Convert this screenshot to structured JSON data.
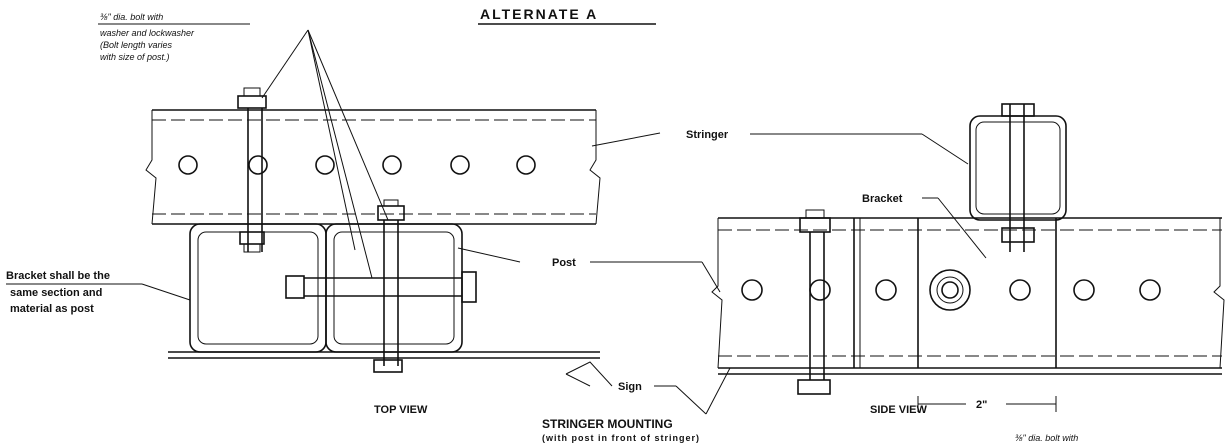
{
  "title": "ALTERNATE  A",
  "bolt_note": {
    "line1": "⅜\" dia. bolt with",
    "line2": "washer and lockwasher",
    "line3": "(Bolt length varies",
    "line4": "with size of post.)"
  },
  "bracket_note": {
    "line1": "Bracket shall be the",
    "line2": "same section and",
    "line3": "material as post"
  },
  "labels": {
    "stringer": "Stringer",
    "post": "Post",
    "sign": "Sign",
    "bracket": "Bracket",
    "dimension": "2\"",
    "top_view": "TOP VIEW",
    "side_view": "SIDE VIEW",
    "main_caption": "STRINGER MOUNTING",
    "sub_caption": "(with post in front of stringer)",
    "bottom_note": "⅜\" dia. bolt with"
  }
}
